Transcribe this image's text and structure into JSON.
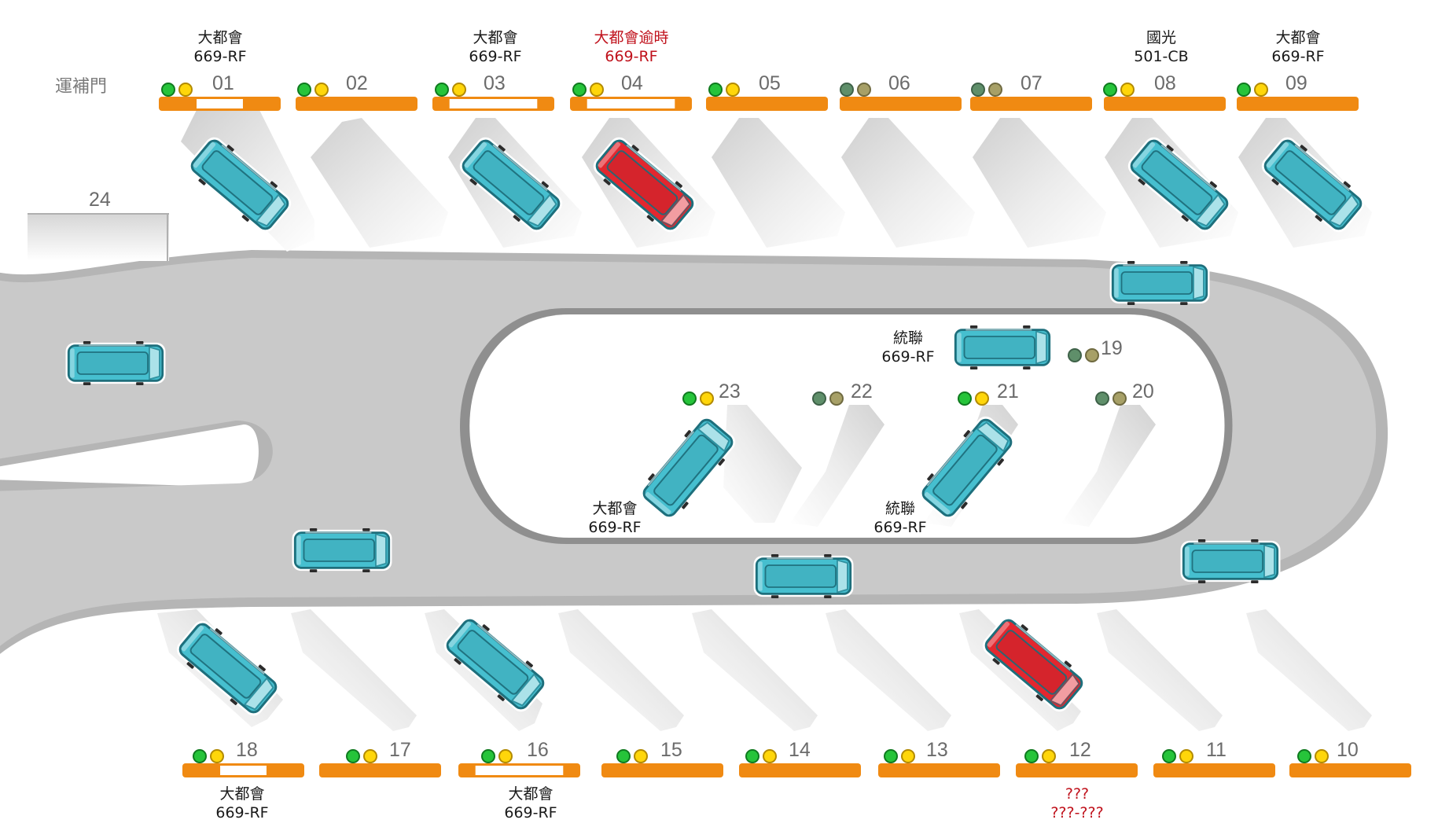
{
  "left_gate": {
    "label": "運補門"
  },
  "bay_24": {
    "number": "24"
  },
  "colors": {
    "bus_normal": "#46bfcf",
    "bus_overdue": "#e3272f",
    "bar_orange": "#f08a12",
    "road_gray": "#c9c9c9",
    "light_green_on": "#26c43a",
    "light_yellow_on": "#ffd60a",
    "light_green_off": "#5f8f6a",
    "light_yellow_off": "#a7a067",
    "overdue_text": "#c0121c"
  },
  "bays": [
    {
      "id": "01",
      "lights": "on",
      "occupied": true,
      "status": "normal",
      "progress": 0.45,
      "company": "大都會",
      "route": "669-RF"
    },
    {
      "id": "02",
      "lights": "on",
      "occupied": false,
      "progress": 1.0
    },
    {
      "id": "03",
      "lights": "on",
      "occupied": true,
      "status": "normal",
      "progress": 0.15,
      "company": "大都會",
      "route": "669-RF"
    },
    {
      "id": "04",
      "lights": "on",
      "occupied": true,
      "status": "overdue",
      "progress": 0.15,
      "company": "大都會逾時",
      "route": "669-RF"
    },
    {
      "id": "05",
      "lights": "on",
      "occupied": false,
      "progress": 1.0
    },
    {
      "id": "06",
      "lights": "off",
      "occupied": false,
      "progress": 1.0
    },
    {
      "id": "07",
      "lights": "off",
      "occupied": false,
      "progress": 1.0
    },
    {
      "id": "08",
      "lights": "on",
      "occupied": true,
      "status": "normal",
      "progress": 1.0,
      "company": "國光",
      "route": "501-CB"
    },
    {
      "id": "09",
      "lights": "on",
      "occupied": true,
      "status": "normal",
      "progress": 1.0,
      "company": "大都會",
      "route": "669-RF"
    },
    {
      "id": "10",
      "lights": "on",
      "occupied": false,
      "progress": 1.0
    },
    {
      "id": "11",
      "lights": "on",
      "occupied": false,
      "progress": 1.0
    },
    {
      "id": "12",
      "lights": "on",
      "occupied": true,
      "status": "overdue",
      "progress": 1.0,
      "company": "???",
      "route": "???-???"
    },
    {
      "id": "13",
      "lights": "on",
      "occupied": false,
      "progress": 1.0
    },
    {
      "id": "14",
      "lights": "on",
      "occupied": false,
      "progress": 1.0
    },
    {
      "id": "15",
      "lights": "on",
      "occupied": false,
      "progress": 1.0
    },
    {
      "id": "16",
      "lights": "on",
      "occupied": true,
      "status": "normal",
      "progress": 0.15,
      "company": "大都會",
      "route": "669-RF"
    },
    {
      "id": "17",
      "lights": "on",
      "occupied": false,
      "progress": 1.0
    },
    {
      "id": "18",
      "lights": "on",
      "occupied": true,
      "status": "normal",
      "progress": 0.45,
      "company": "大都會",
      "route": "669-RF"
    },
    {
      "id": "19",
      "lights": "off",
      "occupied": true,
      "status": "normal",
      "company": "統聯",
      "route": "669-RF"
    },
    {
      "id": "20",
      "lights": "off",
      "occupied": false
    },
    {
      "id": "21",
      "lights": "on",
      "occupied": true,
      "status": "normal",
      "company": "統聯",
      "route": "669-RF"
    },
    {
      "id": "22",
      "lights": "off",
      "occupied": false
    },
    {
      "id": "23",
      "lights": "on",
      "occupied": true,
      "status": "normal",
      "company": "大都會",
      "route": "669-RF"
    }
  ],
  "moving_buses": [
    {
      "name": "entrance-bus",
      "status": "normal"
    },
    {
      "name": "lane-bus-1",
      "status": "normal"
    },
    {
      "name": "lane-bus-2",
      "status": "normal"
    },
    {
      "name": "lane-bus-3",
      "status": "normal"
    },
    {
      "name": "loop-top-bus",
      "status": "normal"
    }
  ]
}
